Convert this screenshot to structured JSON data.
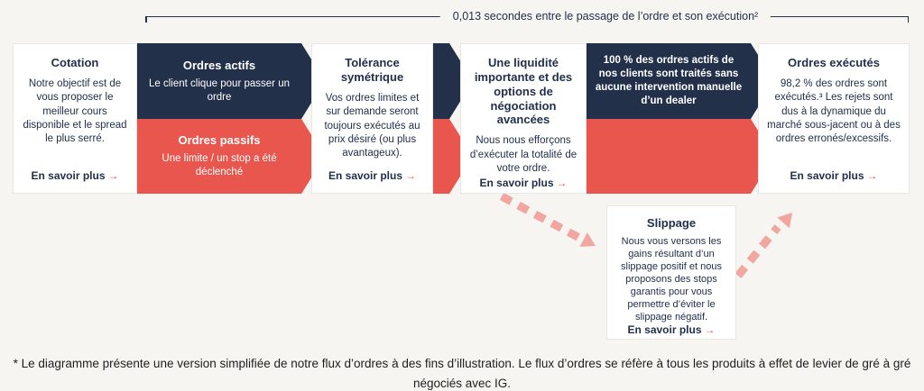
{
  "colors": {
    "navy": "#233049",
    "red": "#e9564e",
    "dashed_pink": "#f2a6a0",
    "background": "#f6f5f2"
  },
  "timeline": {
    "label": "0,013 secondes entre le passage de l’ordre et son exécution²"
  },
  "flow": {
    "boxes": [
      {
        "title": "Cotation",
        "body": "Notre objectif est de vous proposer le meilleur cours disponible et le spread le plus serré.",
        "link": "En savoir plus"
      },
      {
        "title": "Tolérance symétrique",
        "body": "Vos ordres limites et sur demande seront toujours exécutés au prix désiré (ou plus avantageux).",
        "link": "En savoir plus"
      },
      {
        "title": "Une liquidité importante et des options de négociation avancées",
        "body": "Nous nous efforçons d’exécuter la totalité de votre ordre.",
        "link": "En savoir plus"
      },
      {
        "title": "Ordres exécutés",
        "body": "98,2 % des ordres sont exécutés.³ Les rejets sont dus à la dynamique du marché sous-jacent ou à des ordres erronés/excessifs.",
        "link": "En savoir plus"
      }
    ],
    "chevrons": [
      {
        "style": "navy",
        "title": "Ordres actifs",
        "body": "Le client clique pour passer un ordre"
      },
      {
        "style": "red",
        "title": "Ordres passifs",
        "body": "Une limite / un stop a été déclenché"
      },
      {
        "style": "navy",
        "title": "",
        "body": ""
      },
      {
        "style": "red",
        "title": "",
        "body": ""
      },
      {
        "style": "navy",
        "title": "",
        "body": "100 % des ordres actifs de nos clients sont traités sans aucune intervention manuelle d’un dealer"
      },
      {
        "style": "red",
        "title": "",
        "body": ""
      }
    ]
  },
  "slippage": {
    "title": "Slippage",
    "body": "Nous vous versons les gains résultant d’un slippage positif et nous proposons des stops garantis pour vous permettre d’éviter le slippage négatif.",
    "link": "En savoir plus"
  },
  "ui": {
    "link_arrow": "→"
  },
  "footnote": "* Le diagramme présente une version simplifiée de notre flux d’ordres à des fins d’illustration. Le flux d’ordres se réfère à tous les produits à effet de levier de gré à gré négociés avec IG."
}
